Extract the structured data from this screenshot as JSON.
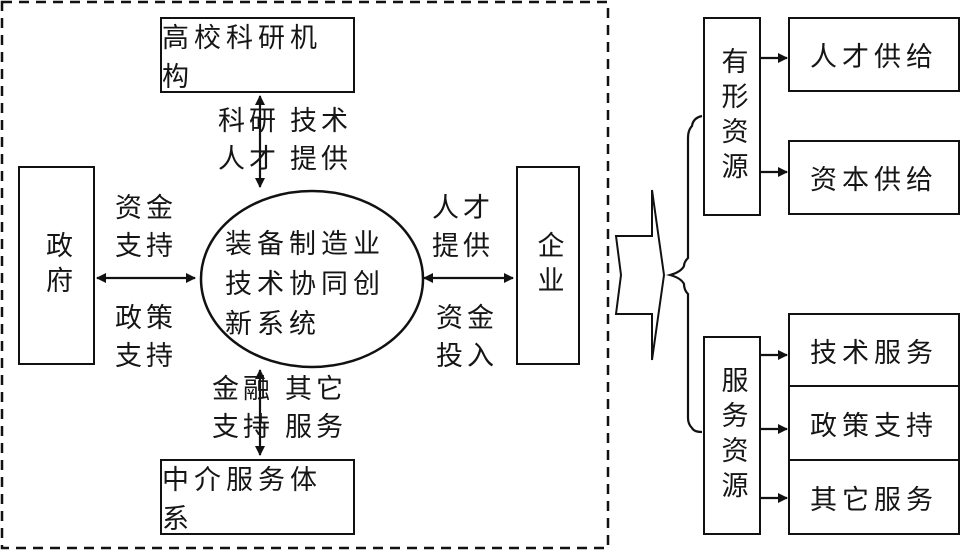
{
  "diagram": {
    "system": {
      "center_label": "装备制造业\n技术协同创\n新系统",
      "top_node": "高校科研机构",
      "bottom_node": "中介服务体系",
      "left_node": "政府",
      "right_node": "企业",
      "edges": {
        "top_left_label": "科研\n人才",
        "top_right_label": "技术\n提供",
        "left_upper_label": "资金\n支持",
        "left_lower_label": "政策\n支持",
        "right_upper_label": "人才\n提供",
        "right_lower_label": "资金\n投入",
        "bottom_left_label": "金融\n支持",
        "bottom_right_label": "其它\n服务"
      }
    },
    "resources": {
      "tangible": {
        "label": "有形资源",
        "items": [
          "人才供给",
          "资本供给"
        ]
      },
      "service": {
        "label": "服务资源",
        "items": [
          "技术服务",
          "政策支持",
          "其它服务"
        ]
      }
    }
  }
}
